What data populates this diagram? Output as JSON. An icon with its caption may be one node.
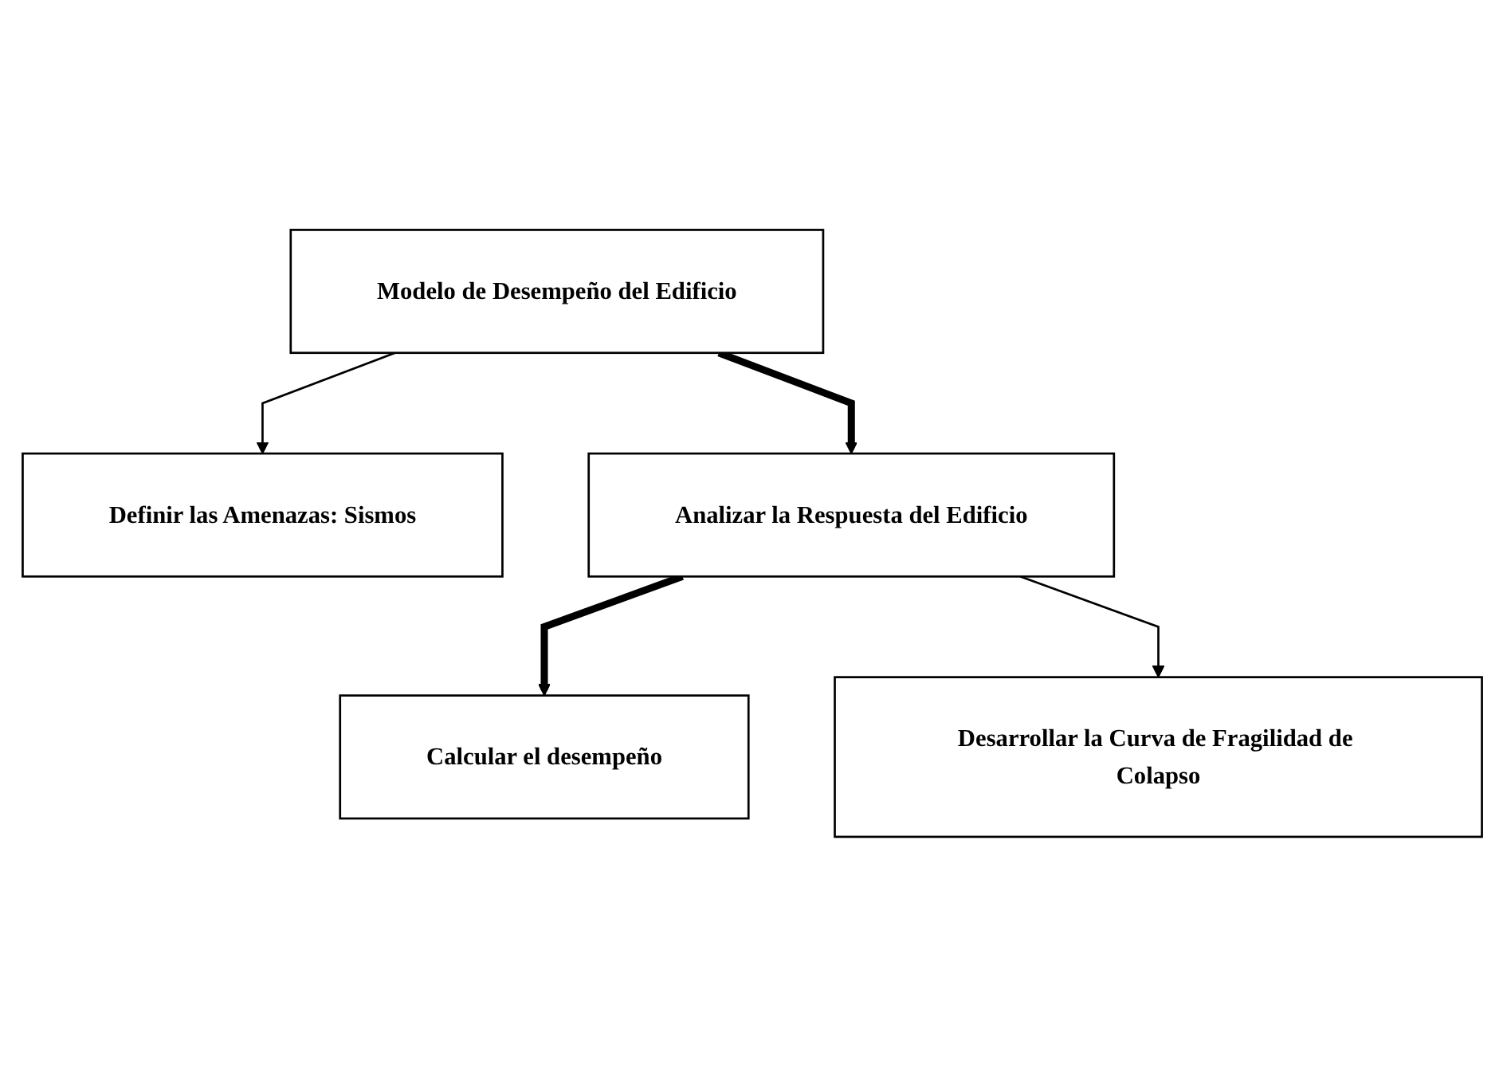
{
  "diagram": {
    "nodes": [
      {
        "text": [
          "Modelo de Desempeño del Edificio"
        ]
      },
      {
        "text": [
          "Definir las Amenazas: Sismos"
        ]
      },
      {
        "text": [
          "Analizar la Respuesta del Edificio"
        ]
      },
      {
        "text": [
          "Desarrollar la Curva de Fragilidad de Colapso"
        ]
      },
      {
        "text": [
          "Calcular el desempeño"
        ]
      }
    ],
    "edges": [
      {
        "from": 0,
        "to": 2,
        "arrow": "to",
        "style": "thick"
      },
      {
        "from": 0,
        "to": 1,
        "arrow": "to"
      },
      {
        "from": 2,
        "to": 4,
        "arrow": "to",
        "style": "thick"
      },
      {
        "from": 2,
        "to": 3,
        "arrow": "to"
      }
    ]
  }
}
